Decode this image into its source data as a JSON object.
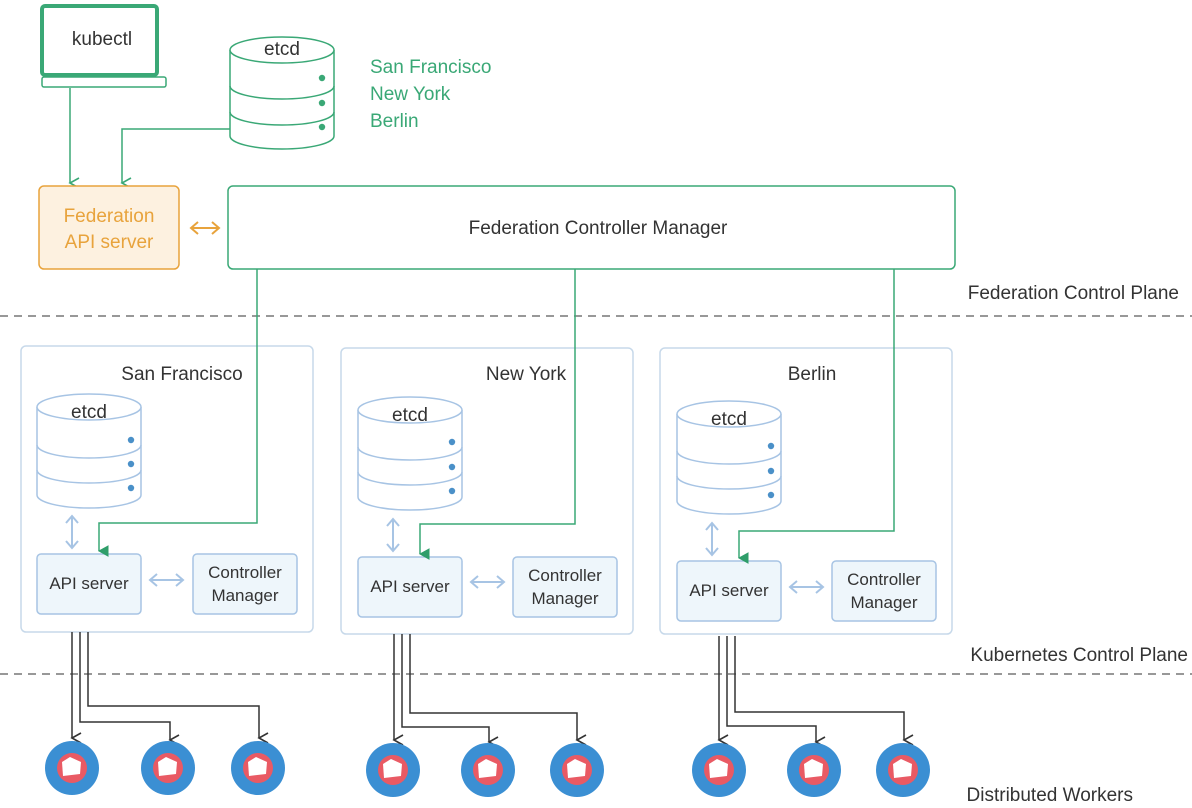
{
  "kubectl": {
    "label": "kubectl"
  },
  "federation_etcd": {
    "label": "etcd",
    "locations": [
      "San Francisco",
      "New York",
      "Berlin"
    ]
  },
  "federation_api_server": {
    "line1": "Federation",
    "line2": "API server"
  },
  "federation_controller_manager": {
    "label": "Federation Controller Manager"
  },
  "sections": {
    "federation_control_plane": "Federation Control Plane",
    "kubernetes_control_plane": "Kubernetes Control Plane",
    "distributed_workers": "Distributed Workers"
  },
  "clusters": [
    {
      "name": "San Francisco",
      "etcd": "etcd",
      "api_server": "API server",
      "cm_line1": "Controller",
      "cm_line2": "Manager"
    },
    {
      "name": "New York",
      "etcd": "etcd",
      "api_server": "API server",
      "cm_line1": "Controller",
      "cm_line2": "Manager"
    },
    {
      "name": "Berlin",
      "etcd": "etcd",
      "api_server": "API server",
      "cm_line1": "Controller",
      "cm_line2": "Manager"
    }
  ],
  "colors": {
    "green": "#3aa876",
    "orange": "#e8a33c",
    "orange_fill": "#fdf1e0",
    "blue_light": "#a7c4e4",
    "panel_border": "#c7d9ea",
    "box_fill": "#eef6fb",
    "worker_blue": "#3b8fd3",
    "worker_red": "#e95a64",
    "dark": "#333333",
    "dashed": "#777777"
  }
}
